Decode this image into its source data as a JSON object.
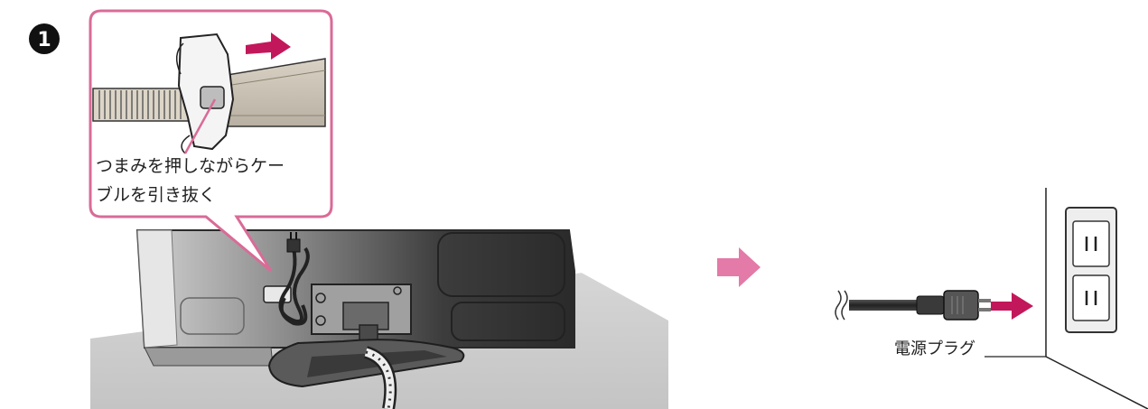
{
  "step": {
    "number": "1"
  },
  "callout": {
    "lines": [
      "つまみを押しながらケー",
      "ブルを引き抜く"
    ]
  },
  "plug": {
    "label": "電源プラグ"
  },
  "colors": {
    "callout_border": "#d96b97",
    "arrow_magenta": "#c2185b",
    "next_arrow_pink": "#e37aa8",
    "tv_dark": "#3a3a3a",
    "tv_light": "#bcbcbc",
    "table": "#d8d8d8",
    "wall": "#ffffff"
  },
  "icons": {
    "step_badge": "filled-circle-number-icon",
    "pull_arrow": "right-arrow-icon",
    "next_arrow": "right-arrow-icon",
    "plug": "power-plug-icon",
    "outlet": "wall-outlet-icon"
  }
}
